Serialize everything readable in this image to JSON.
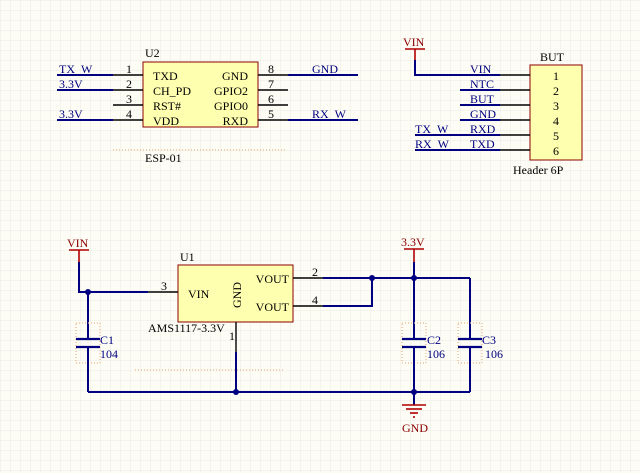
{
  "u2": {
    "designator": "U2",
    "part": "ESP-01",
    "left_pins": [
      {
        "num": "1",
        "name": "TXD"
      },
      {
        "num": "2",
        "name": "CH_PD"
      },
      {
        "num": "3",
        "name": "RST#"
      },
      {
        "num": "4",
        "name": "VDD"
      }
    ],
    "right_pins": [
      {
        "num": "8",
        "name": "GND"
      },
      {
        "num": "7",
        "name": "GPIO2"
      },
      {
        "num": "6",
        "name": "GPIO0"
      },
      {
        "num": "5",
        "name": "RXD"
      }
    ],
    "left_nets": [
      "TX_W",
      "3.3V",
      "",
      "3.3V"
    ],
    "right_nets": [
      "GND",
      "",
      "",
      "RX_W"
    ]
  },
  "but": {
    "designator": "BUT",
    "part": "Header 6P",
    "pins": [
      "1",
      "2",
      "3",
      "4",
      "5",
      "6"
    ],
    "nets": [
      "VIN",
      "NTC",
      "BUT",
      "GND",
      "RXD",
      "TXD"
    ],
    "left_nets": [
      "TX_W",
      "RX_W"
    ],
    "power_label": "VIN"
  },
  "u1": {
    "designator": "U1",
    "part": "AMS1117-3.3V",
    "pin_vin": "VIN",
    "pin_gnd": "GND",
    "pin_vout1": "VOUT",
    "pin_vout2": "VOUT",
    "num_vin": "3",
    "num_vout1": "2",
    "num_vout2": "4",
    "num_gnd": "1",
    "vin_label": "VIN",
    "out_label": "3.3V",
    "gnd_label": "GND"
  },
  "caps": [
    {
      "designator": "C1",
      "value": "104"
    },
    {
      "designator": "C2",
      "value": "106"
    },
    {
      "designator": "C3",
      "value": "106"
    }
  ],
  "colors": {
    "background": "#fdfdf6",
    "grid": "#e6e6df",
    "wire": "#000080",
    "power_symbol": "#b00000",
    "component_outline": "#8b0000",
    "component_fill": "#ffffb0",
    "junction": "#000080"
  }
}
